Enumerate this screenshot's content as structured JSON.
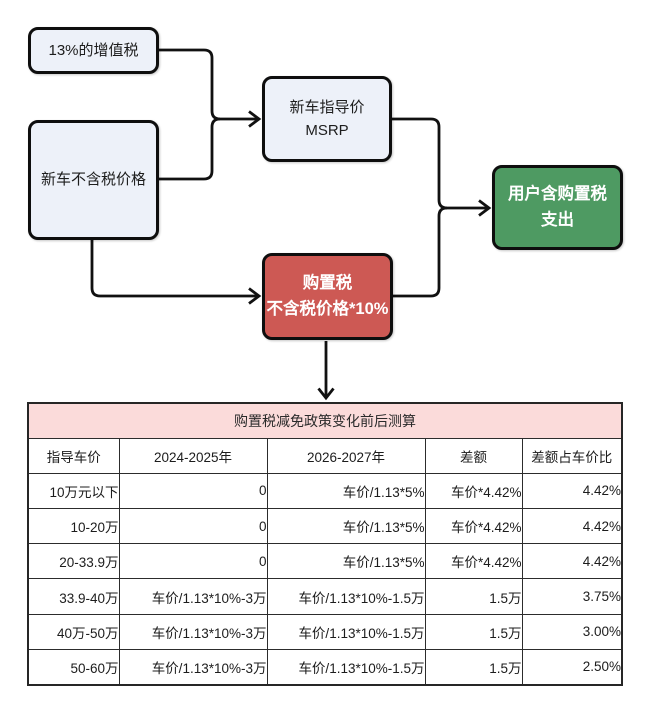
{
  "flow": {
    "vat": {
      "label": "13%的增值税"
    },
    "pretax": {
      "label": "新车不含税价格"
    },
    "msrp": {
      "line1": "新车指导价",
      "line2": "MSRP"
    },
    "tax": {
      "line1": "购置税",
      "line2": "不含税价格*10%"
    },
    "user": {
      "line1": "用户含购置税",
      "line2": "支出"
    }
  },
  "table": {
    "title": "购置税减免政策变化前后测算",
    "columns": [
      "指导车价",
      "2024-2025年",
      "2026-2027年",
      "差额",
      "差额占车价比"
    ],
    "rows": [
      [
        "10万元以下",
        "0",
        "车价/1.13*5%",
        "车价*4.42%",
        "4.42%"
      ],
      [
        "10-20万",
        "0",
        "车价/1.13*5%",
        "车价*4.42%",
        "4.42%"
      ],
      [
        "20-33.9万",
        "0",
        "车价/1.13*5%",
        "车价*4.42%",
        "4.42%"
      ],
      [
        "33.9-40万",
        "车价/1.13*10%-3万",
        "车价/1.13*10%-1.5万",
        "1.5万",
        "3.75%"
      ],
      [
        "40万-50万",
        "车价/1.13*10%-3万",
        "车价/1.13*10%-1.5万",
        "1.5万",
        "3.00%"
      ],
      [
        "50-60万",
        "车价/1.13*10%-3万",
        "车价/1.13*10%-1.5万",
        "1.5万",
        "2.50%"
      ]
    ]
  },
  "colors": {
    "light_node_fill": "#edf1f9",
    "purchase_tax_fill": "#cd5954",
    "user_cost_fill": "#4e9a62",
    "table_title_bg": "#fbdbda",
    "line_color": "#111111"
  }
}
